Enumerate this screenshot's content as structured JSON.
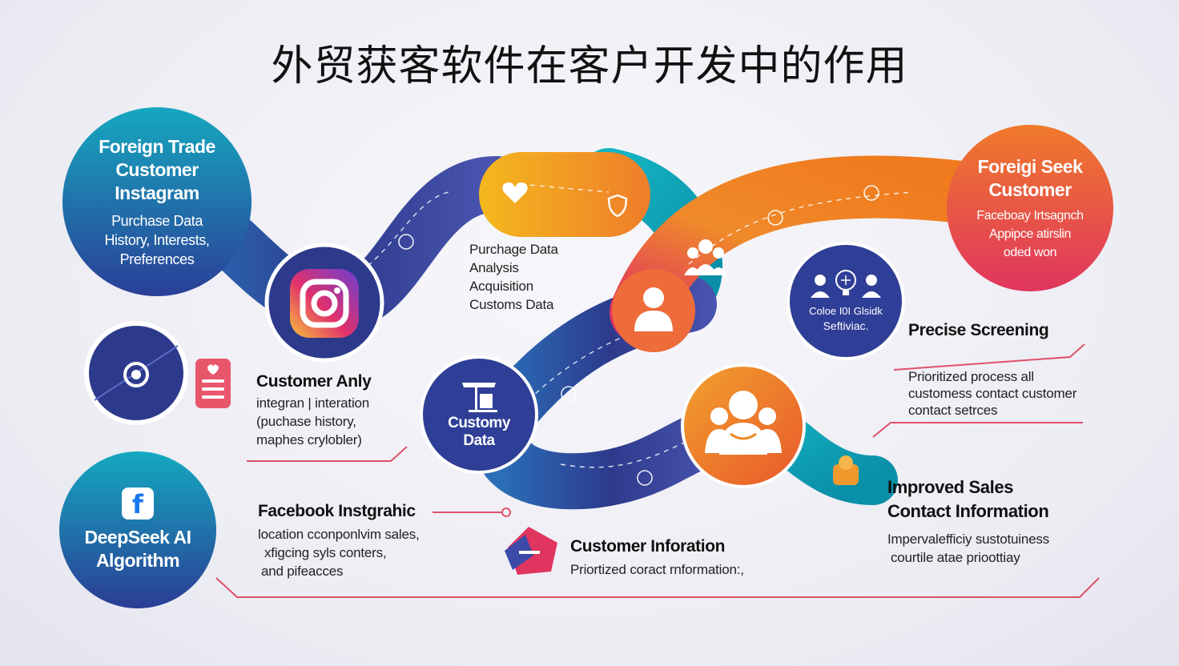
{
  "title": "外贸获客软件在客户开发中的作用",
  "circles": {
    "top_left": {
      "line1": "Foreign Trade",
      "line2": "Customer",
      "line3": "Instagram",
      "line4": "Purchase Data",
      "line5": "History, Interests,",
      "line6": "Preferences"
    },
    "top_right": {
      "line1": "Foreigi Seek",
      "line2": "Customer",
      "line3": "Faceboay Irtsagnch",
      "line4": "Appipce atirslin",
      "line5": "oded won"
    },
    "customs": {
      "line1": "Customy",
      "line2": "Data"
    },
    "software": {
      "line1": "Coloe I0I Glsidk",
      "line2": "Seftiviac."
    },
    "deepseek": {
      "line1": "DeepSeek AI",
      "line2": "Algorithm"
    }
  },
  "labels": {
    "center_top": [
      "Purchage Data",
      "Analysis",
      "Acquisition",
      "Customs Data"
    ],
    "customer_analysis": {
      "heading": "Customer Anly",
      "lines": [
        "integran | interation",
        "(puchase history,",
        "maphes crylobler)"
      ]
    },
    "facebook": {
      "heading": "Facebook Instgrahic",
      "lines": [
        "location cconponlvim sales,",
        "xfigcing syls conters,",
        "and pifeacces"
      ]
    },
    "customer_info": {
      "heading": "Customer Inforation",
      "lines": [
        "Priortized coract rnformation:,"
      ]
    },
    "precise": {
      "heading": "Precise Screening",
      "lines": [
        "Prioritized process all",
        "customess contact customer",
        "contact setrces"
      ]
    },
    "improved": {
      "heading_lines": [
        "Improved Sales",
        "Contact Information"
      ],
      "lines": [
        "Impervalefficiy sustotuiness",
        "courtile atae prioottiay"
      ]
    }
  },
  "colors": {
    "navy": "#2d3a8c",
    "teal": "#0fa5b5",
    "orange": "#ef8a2a",
    "magenta": "#e0355f",
    "yellow": "#f4b81e",
    "pink_line": "#e0506a"
  }
}
